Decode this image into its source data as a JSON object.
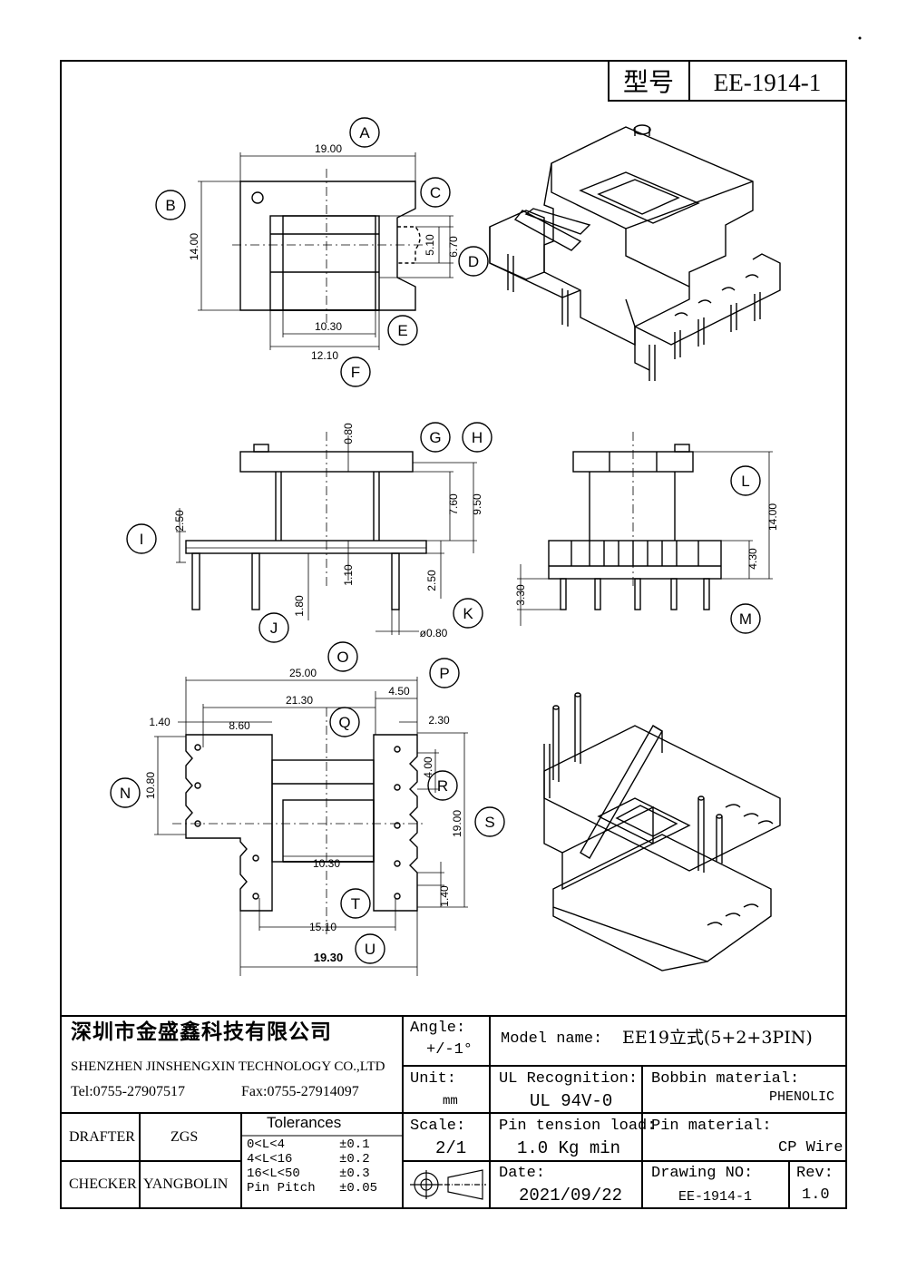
{
  "header": {
    "type_label": "型号",
    "model_code": "EE-1914-1"
  },
  "views": {
    "top_view": {
      "dims": {
        "d1": "19.00",
        "d2": "14.00",
        "d3": "5.10",
        "d4": "6.70",
        "d5": "10.30",
        "d6": "12.10"
      },
      "markers": {
        "A": "A",
        "B": "B",
        "C": "C",
        "D": "D",
        "E": "E",
        "F": "F"
      }
    },
    "front_view": {
      "dims": {
        "d1": "0.80",
        "d2": "7.60",
        "d3": "9.50",
        "d4": "2.50",
        "d5": "1.10",
        "d6": "2.50",
        "d7": "1.80",
        "d8": "ø0.80"
      },
      "markers": {
        "G": "G",
        "H": "H",
        "I": "I",
        "J": "J",
        "K": "K"
      }
    },
    "side_view": {
      "dims": {
        "d1": "14.00",
        "d2": "4.30",
        "d3": "3.30"
      },
      "markers": {
        "L": "L",
        "M": "M"
      }
    },
    "bottom_view": {
      "dims": {
        "d1": "25.00",
        "d2": "4.50",
        "d3": "21.30",
        "d4": "1.40",
        "d5": "8.60",
        "d6": "2.30",
        "d7": "4.00",
        "d8": "10.80",
        "d9": "19.00",
        "d10": "10.30",
        "d11": "1.40",
        "d12": "15.10",
        "d13": "19.30"
      },
      "markers": {
        "N": "N",
        "O": "O",
        "P": "P",
        "Q": "Q",
        "R": "R",
        "S": "S",
        "T": "T",
        "U": "U"
      }
    }
  },
  "title_block": {
    "company_cn": "深圳市金盛鑫科技有限公司",
    "company_en": "SHENZHEN JINSHENGXIN TECHNOLOGY CO.,LTD",
    "tel": "Tel:0755-27907517",
    "fax": "Fax:0755-27914097",
    "angle_label": "Angle:",
    "angle_value": "+/-1°",
    "unit_label": "Unit:",
    "unit_value": "mm",
    "scale_label": "Scale:",
    "scale_value": "2/1",
    "model_name_label": "Model name:",
    "model_name_value": "EE19立式(5+2+3PIN)",
    "ul_label": "UL Recognition:",
    "ul_value": "UL 94V-0",
    "bobbin_label": "Bobbin material:",
    "bobbin_value": "PHENOLIC",
    "pin_tension_label": "Pin tension load:",
    "pin_tension_value": "1.0 Kg min",
    "pin_material_label": "Pin material:",
    "pin_material_value": "CP Wire",
    "date_label": "Date:",
    "date_value": "2021/09/22",
    "drawing_no_label": "Drawing NO:",
    "drawing_no_value": "EE-1914-1",
    "rev_label": "Rev:",
    "rev_value": "1.0",
    "drafter_label": "DRAFTER",
    "drafter_value": "ZGS",
    "checker_label": "CHECKER",
    "checker_value": "YANGBOLIN",
    "tolerances_title": "Tolerances",
    "tolerances": [
      {
        "range": "0<L<4",
        "value": "±0.1"
      },
      {
        "range": "4<L<16",
        "value": "±0.2"
      },
      {
        "range": "16<L<50",
        "value": "±0.3"
      },
      {
        "range": "Pin Pitch",
        "value": "±0.05"
      }
    ]
  }
}
